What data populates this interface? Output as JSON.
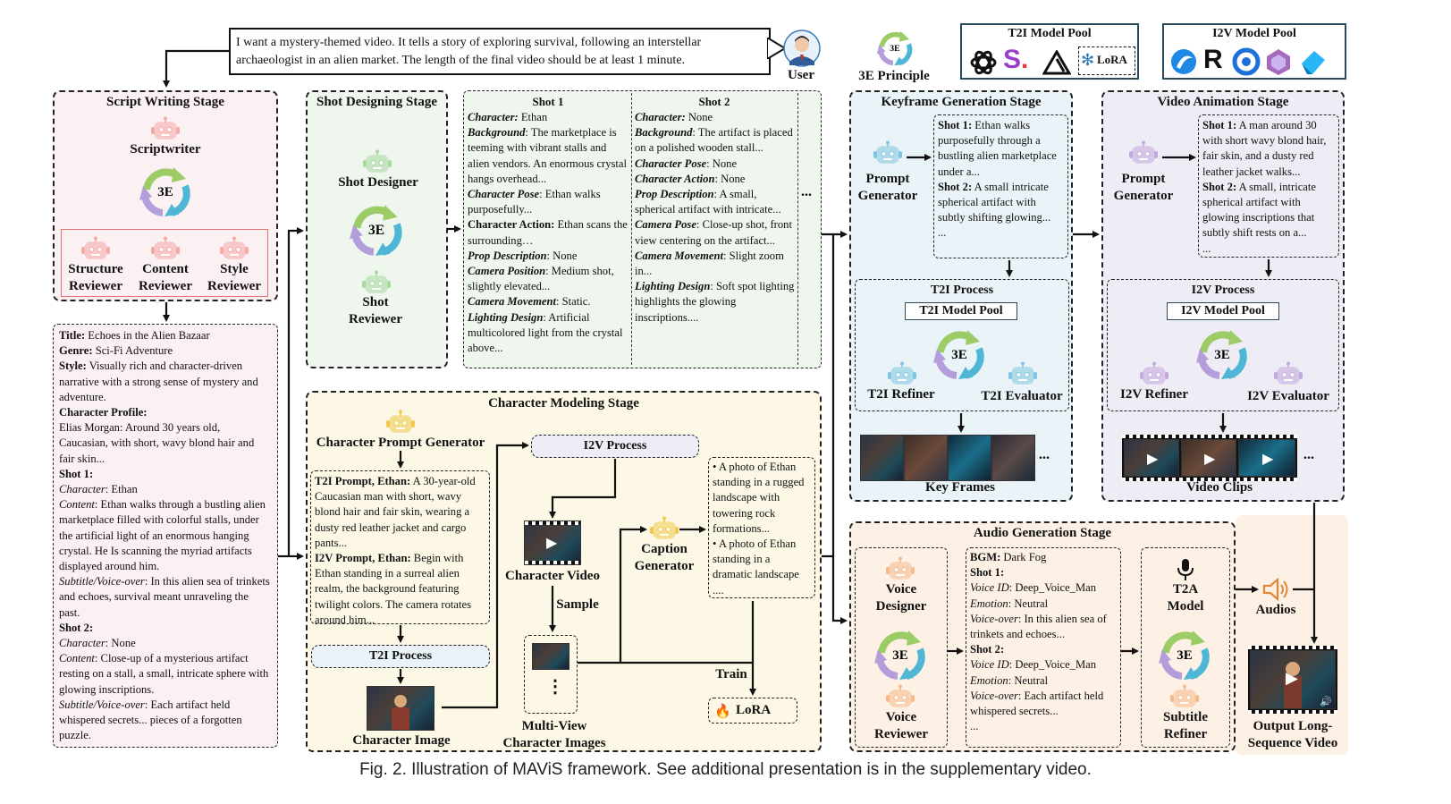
{
  "prompt": {
    "line1": "I want a mystery-themed video. It tells a story of exploring survival, following an interstellar",
    "line2": "archaeologist in an alien market. The length of the final video should be at least 1 minute."
  },
  "user_label": "User",
  "principle_label": "3E Principle",
  "cycle_label": "3E",
  "t2i_pool": {
    "title": "T2I Model Pool",
    "lora": "LoRA"
  },
  "i2v_pool": {
    "title": "I2V Model Pool"
  },
  "script_stage": {
    "title": "Script Writing Stage",
    "scriptwriter": "Scriptwriter",
    "reviewers": [
      {
        "l1": "Structure",
        "l2": "Reviewer"
      },
      {
        "l1": "Content",
        "l2": "Reviewer"
      },
      {
        "l1": "Style",
        "l2": "Reviewer"
      }
    ],
    "script": [
      {
        "b": "Title:",
        "t": " Echoes in the Alien Bazaar"
      },
      {
        "b": "Genre:",
        "t": " Sci-Fi Adventure"
      },
      {
        "b": "Style:",
        "t": " Visually rich and character-driven narrative with a strong sense of mystery and adventure."
      },
      {
        "b": "Character Profile:",
        "t": ""
      },
      {
        "b": "",
        "t": "Elias Morgan: Around 30 years old, Caucasian, with short, wavy blond hair and fair skin..."
      },
      {
        "b": "Shot 1:",
        "t": ""
      },
      {
        "i": "Character",
        "t": ": Ethan"
      },
      {
        "i": "Content",
        "t": ": Ethan walks through a bustling alien marketplace filled with colorful stalls, under the artificial light of an enormous hanging crystal. He Is scanning the myriad artifacts displayed around him."
      },
      {
        "i": "Subtitle/Voice-over",
        "t": ": In this alien sea of trinkets and echoes, survival meant unraveling the past."
      },
      {
        "b": "Shot 2:",
        "t": ""
      },
      {
        "i": "Character",
        "t": ": None"
      },
      {
        "i": "Content",
        "t": ": Close-up of a mysterious artifact resting on a stall, a small, intricate sphere with glowing inscriptions."
      },
      {
        "i": "Subtitle/Voice-over",
        "t": ": Each artifact held whispered secrets... pieces of a forgotten puzzle."
      }
    ]
  },
  "shot_stage": {
    "title": "Shot Designing Stage",
    "designer": "Shot Designer",
    "reviewer_l1": "Shot",
    "reviewer_l2": "Reviewer",
    "shot1_title": "Shot 1",
    "shot2_title": "Shot 2",
    "ellipsis": "...",
    "shot1": [
      {
        "bi": "Character:",
        "t": " Ethan"
      },
      {
        "bi": "Background",
        "t": ": The marketplace is teeming with vibrant stalls and alien vendors. An enormous crystal hangs overhead..."
      },
      {
        "bi": "Character Pose",
        "t": ": Ethan walks purposefully..."
      },
      {
        "b": "Character Action:",
        "t": " Ethan scans the surrounding…"
      },
      {
        "bi": "Prop Description",
        "t": ": None"
      },
      {
        "bi": "Camera Position",
        "t": ": Medium shot, slightly elevated..."
      },
      {
        "bi": "Camera Movement",
        "t": ": Static."
      },
      {
        "bi": "Lighting Design",
        "t": ": Artificial multicolored light from the crystal above..."
      }
    ],
    "shot2": [
      {
        "bi": "Character:",
        "t": " None"
      },
      {
        "bi": "Background",
        "t": ": The artifact is placed on a polished wooden stall..."
      },
      {
        "bi": "Character Pose",
        "t": ": None"
      },
      {
        "bi": "Character Action",
        "t": ": None"
      },
      {
        "bi": "Prop Description",
        "t": ": A small, spherical artifact with intricate..."
      },
      {
        "bi": "Camera Pose",
        "t": ": Close-up shot, front view centering on the artifact..."
      },
      {
        "bi": "Camera Movement",
        "t": ": Slight zoom in..."
      },
      {
        "bi": "Lighting Design",
        "t": ": Soft spot lighting highlights the glowing inscriptions...."
      }
    ]
  },
  "char_stage": {
    "title": "Character Modeling Stage",
    "prompt_gen": "Character Prompt Generator",
    "prompt_text": [
      {
        "b": "T2I Prompt, Ethan:",
        "t": " A 30-year-old Caucasian man with short, wavy blond hair and fair skin, wearing a dusty red leather jacket and cargo pants..."
      },
      {
        "b": "I2V Prompt, Ethan:",
        "t": " Begin with Ethan standing in a surreal alien realm, the background featuring twilight colors. The camera rotates around him..."
      }
    ],
    "t2i_process": "T2I Process",
    "i2v_process": "I2V Process",
    "char_image": "Character Image",
    "char_video": "Character Video",
    "sample": "Sample",
    "multi_l1": "Multi-View",
    "multi_l2": "Character Images",
    "dots": "⋮",
    "caption_l1": "Caption",
    "caption_l2": "Generator",
    "captions": [
      "• A photo of Ethan standing in a rugged landscape with towering rock formations...",
      "• A photo of Ethan standing in a dramatic landscape ...."
    ],
    "train": "Train",
    "lora": "LoRA"
  },
  "keyframe_stage": {
    "title": "Keyframe Generation Stage",
    "prompt_l1": "Prompt",
    "prompt_l2": "Generator",
    "shots": [
      {
        "b": "Shot 1:",
        "t": " Ethan walks purposefully through a bustling alien marketplace under a..."
      },
      {
        "b": "Shot 2:",
        "t": " A small intricate spherical artifact with subtly shifting glowing..."
      },
      {
        "b": "",
        "t": "..."
      }
    ],
    "process": "T2I Process",
    "pool_btn": "T2I Model Pool",
    "refiner": "T2I Refiner",
    "evaluator": "T2I Evaluator",
    "frames_label": "Key Frames",
    "ellipsis": "..."
  },
  "video_stage": {
    "title": "Video Animation Stage",
    "prompt_l1": "Prompt",
    "prompt_l2": "Generator",
    "shots": [
      {
        "b": "Shot 1:",
        "t": " A man around 30 with short wavy blond hair, fair skin, and a dusty red leather jacket walks..."
      },
      {
        "b": "Shot 2:",
        "t": " A small, intricate spherical artifact with glowing inscriptions that subtly shift rests on a..."
      },
      {
        "b": "",
        "t": "..."
      }
    ],
    "process": "I2V Process",
    "pool_btn": "I2V Model Pool",
    "refiner": "I2V Refiner",
    "evaluator": "I2V Evaluator",
    "clips_label": "Video Clips",
    "ellipsis": "..."
  },
  "audio_stage": {
    "title": "Audio Generation Stage",
    "designer_l1": "Voice",
    "designer_l2": "Designer",
    "reviewer_l1": "Voice",
    "reviewer_l2": "Reviewer",
    "text": [
      {
        "b": "BGM:",
        "t": " Dark Fog"
      },
      {
        "b": "Shot 1:",
        "t": ""
      },
      {
        "i": "Voice ID",
        "t": ": Deep_Voice_Man"
      },
      {
        "i": "Emotion",
        "t": ": Neutral"
      },
      {
        "i": "Voice-over",
        "t": ": In this alien sea of trinkets and echoes..."
      },
      {
        "b": "Shot 2:",
        "t": ""
      },
      {
        "i": "Voice ID",
        "t": ": Deep_Voice_Man"
      },
      {
        "i": "Emotion",
        "t": ": Neutral"
      },
      {
        "i": "Voice-over",
        "t": ": Each artifact held whispered secrets..."
      },
      {
        "b": "",
        "t": "..."
      }
    ],
    "t2a_l1": "T2A",
    "t2a_l2": "Model",
    "subtitle_l1": "Subtitle",
    "subtitle_l2": "Refiner",
    "audios": "Audios",
    "output_l1": "Output Long-",
    "output_l2": "Sequence Video"
  },
  "caption": "Fig. 2. Illustration of MAViS framework. See additional presentation is in the supplementary video.",
  "colors": {
    "script_bg": "#fbf0f2",
    "shot_bg": "#eef6ee",
    "char_bg": "#fdf8e6",
    "key_bg": "#eaf3f8",
    "video_bg": "#eeecf4",
    "audio_bg": "#fdf1e6",
    "robot_pink": "#f4a9a4",
    "robot_green": "#a9d8a0",
    "robot_yellow": "#f2c94c",
    "robot_blue": "#7fc7e0",
    "robot_purple": "#c3a9e0",
    "robot_orange": "#f5b98a",
    "arc_green": "#9ccc65",
    "arc_blue": "#4fb6d6",
    "arc_purple": "#b39ddb"
  }
}
